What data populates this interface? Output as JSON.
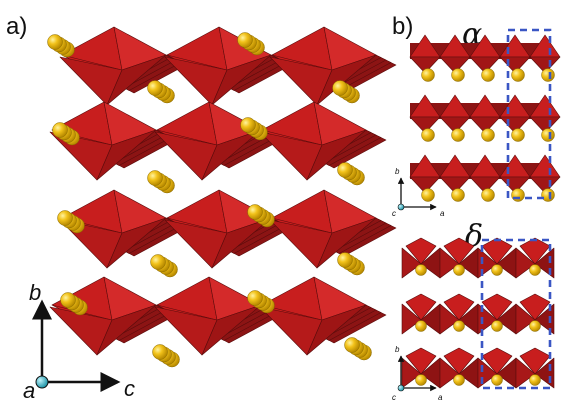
{
  "panel_a": {
    "label": "a)",
    "axes": {
      "vertical": "b",
      "horizontal": "c",
      "origin": "a"
    }
  },
  "panel_b": {
    "label": "b)",
    "alpha": {
      "symbol": "α",
      "axes": {
        "vertical": "b",
        "horizontal": "a",
        "origin": "c"
      }
    },
    "delta": {
      "symbol": "δ",
      "axes": {
        "vertical": "b",
        "horizontal": "a",
        "origin": "c"
      }
    }
  },
  "colors": {
    "octahedra": "#c81e1e",
    "octahedra_dark": "#8c1414",
    "atoms": "#f2c21a",
    "unit_cell": "#3a56c4",
    "origin_dot": "#35b6c9"
  }
}
